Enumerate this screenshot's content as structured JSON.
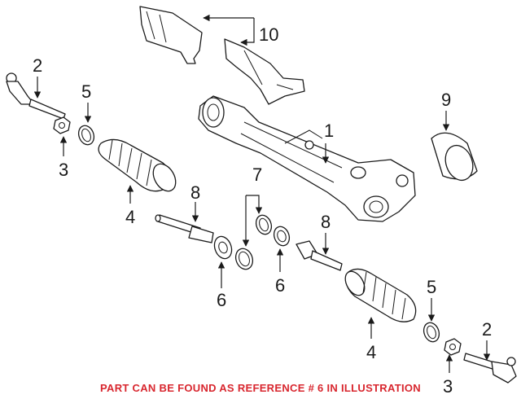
{
  "callouts": {
    "c1": "1",
    "c2a": "2",
    "c2b": "2",
    "c3a": "3",
    "c3b": "3",
    "c4a": "4",
    "c4b": "4",
    "c5a": "5",
    "c5b": "5",
    "c6a": "6",
    "c6b": "6",
    "c7": "7",
    "c8a": "8",
    "c8b": "8",
    "c9": "9",
    "c10": "10"
  },
  "caption": "PART CAN BE FOUND AS REFERENCE # 6 IN ILLUSTRATION",
  "colors": {
    "line": "#1a1a1a",
    "caption": "#d8262e",
    "background": "#ffffff"
  }
}
